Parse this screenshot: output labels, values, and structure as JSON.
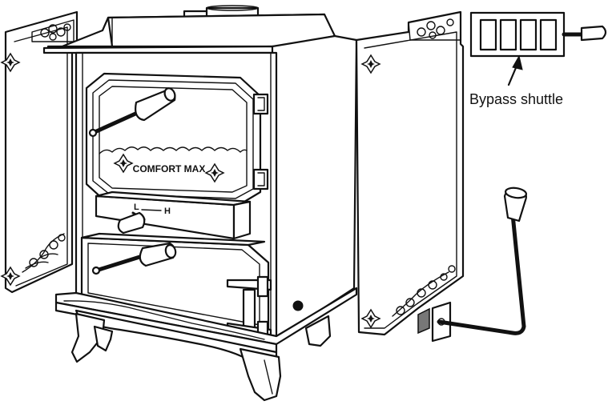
{
  "figure": {
    "callout_label": "Bypass shuttle",
    "brand_text": "COMFORT MAX",
    "damper_low_label": "L",
    "damper_high_label": "H"
  },
  "colors": {
    "line": "#111111",
    "background": "#ffffff",
    "bypass_plate": "#777777"
  }
}
